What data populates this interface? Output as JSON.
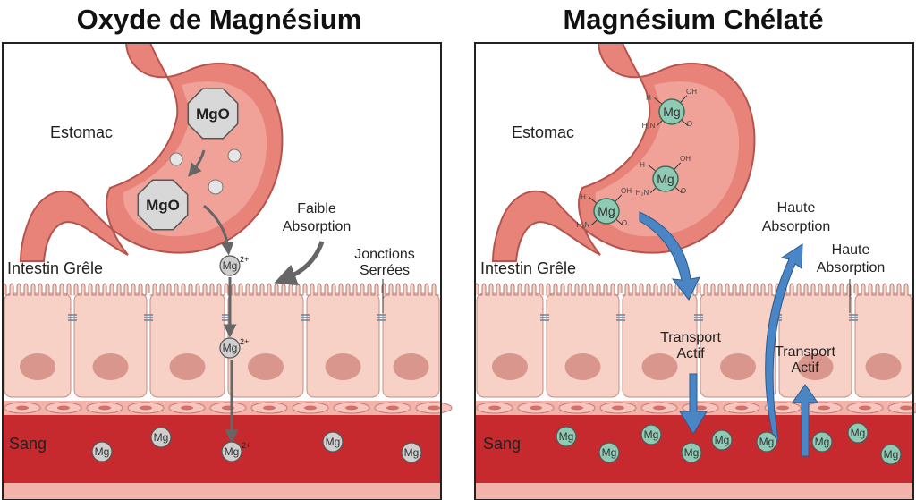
{
  "left": {
    "title": "Oxyde de Magnésium",
    "stomach_label": "Estomac",
    "intestine_label": "Intestin Grêle",
    "blood_label": "Sang",
    "absorption_label": [
      "Faible",
      "Absorption"
    ],
    "junctions_label": [
      "Jonctions",
      "Serrées"
    ],
    "compound": "MgO",
    "ion": "Mg",
    "ion_charge": "2+",
    "particle_color": "#cfcfcf"
  },
  "right": {
    "title": "Magnésium Chélaté",
    "stomach_label": "Estomac",
    "intestine_label": "Intestin Grêle",
    "blood_label": "Sang",
    "absorption_label_1": [
      "Haute",
      "Absorption"
    ],
    "absorption_label_2": [
      "Haute",
      "Absorption"
    ],
    "transport_label_1": [
      "Transport",
      "Actif"
    ],
    "transport_label_2": [
      "Transport",
      "Actif"
    ],
    "ion": "Mg",
    "chelate_groups": {
      "oh": "OH",
      "h": "H",
      "nh2": "H₂N",
      "o": "O"
    },
    "particle_color": "#8fcab5",
    "arrow_color": "#4a86c5"
  },
  "colors": {
    "stomach": "#e8837a",
    "cell": "#f7d0c6",
    "nucleus": "#d9968c",
    "blood": "#c62a2e"
  }
}
